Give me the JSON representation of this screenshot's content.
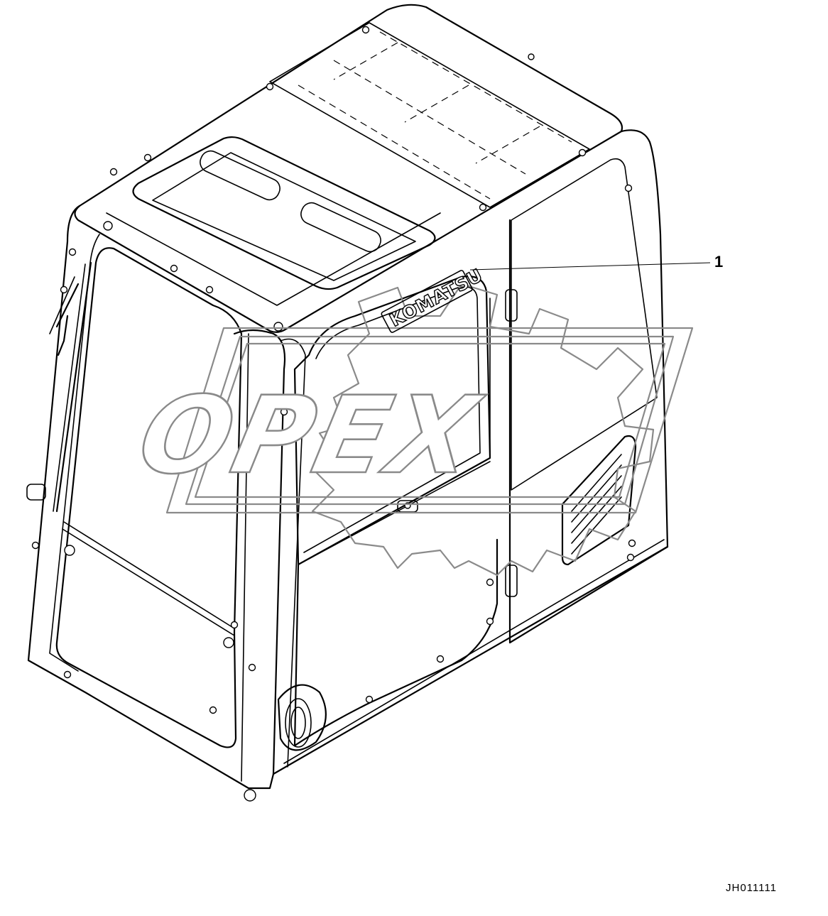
{
  "callouts": [
    {
      "number": "1"
    }
  ],
  "decal_text": "KOMATSU",
  "watermark_text": "OPEX",
  "drawing_code": "JH011111",
  "line_color": "#000000",
  "watermark_color": "#8a8a8a",
  "background_color": "#ffffff"
}
